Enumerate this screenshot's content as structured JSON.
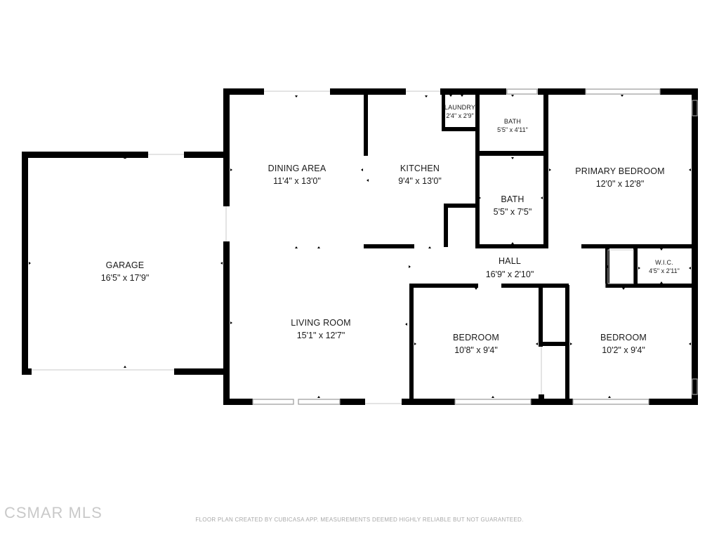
{
  "rooms": {
    "garage": {
      "name": "GARAGE",
      "dims": "16'5\" x 17'9\""
    },
    "dining": {
      "name": "DINING AREA",
      "dims": "11'4\" x 13'0\""
    },
    "kitchen": {
      "name": "KITCHEN",
      "dims": "9'4\" x 13'0\""
    },
    "laundry": {
      "name": "LAUNDRY",
      "dims": "2'4\" x 2'9\""
    },
    "bath_small": {
      "name": "BATH",
      "dims": "5'5\" x 4'11\""
    },
    "bath": {
      "name": "BATH",
      "dims": "5'5\" x 7'5\""
    },
    "primary_bedroom": {
      "name": "PRIMARY BEDROOM",
      "dims": "12'0\" x 12'8\""
    },
    "hall": {
      "name": "HALL",
      "dims": "16'9\" x 2'10\""
    },
    "wic": {
      "name": "W.I.C.",
      "dims": "4'5\" x 2'11\""
    },
    "living": {
      "name": "LIVING ROOM",
      "dims": "15'1\" x 12'7\""
    },
    "bedroom_left": {
      "name": "BEDROOM",
      "dims": "10'8\" x 9'4\""
    },
    "bedroom_right": {
      "name": "BEDROOM",
      "dims": "10'2\" x 9'4\""
    }
  },
  "footer": {
    "note": "FLOOR PLAN CREATED BY CUBICASA APP. MEASUREMENTS DEEMED HIGHLY RELIABLE BUT NOT GUARANTEED.",
    "watermark": "CSMAR MLS"
  },
  "colors": {
    "wall": "#000000",
    "window": "#9a9a9a",
    "text": "#1a1a1a"
  }
}
